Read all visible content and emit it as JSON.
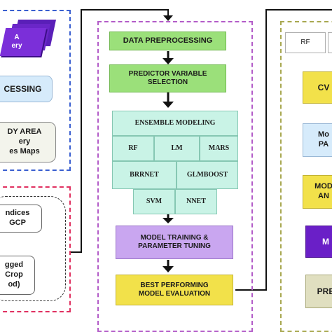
{
  "left_panel": {
    "imagery_stack_text": "A\nery",
    "processing_text": "CESSING",
    "study_area_text": "DY AREA\nery\nes Maps",
    "data_group": {
      "indices_text": "ndices\nGCP",
      "lagged_text": "gged\nCrop\nod)"
    }
  },
  "center_panel": {
    "data_preprocessing": "DATA PREPROCESSING",
    "predictor_selection": "PREDICTOR VARIABLE\nSELECTION",
    "ensemble_title": "ENSEMBLE MODELING",
    "models": [
      "RF",
      "LM",
      "MARS",
      "BRRNET",
      "GLMBOOST",
      "SVM",
      "NNET"
    ],
    "model_training": "MODEL TRAINING &\nPARAMETER TUNING",
    "best_model": "BEST PERFORMING\nMODEL EVALUATION"
  },
  "right_panel": {
    "rf_label": "RF",
    "cv_text": "CV",
    "mo_pa_text": "Mo\nPA",
    "mo_an_text": "MOD\nAN",
    "m_text": "M",
    "pre_text": "PRE"
  },
  "colors": {
    "blue_border": "#3a5fd0",
    "red_border": "#e03060",
    "purple_border": "#b35cc8",
    "olive_border": "#a8a850",
    "green_box": "#9be07a",
    "mint_box": "#c9f3e6",
    "violet_box": "#c9a6f0",
    "yellow_box": "#f2e14a",
    "dark_purple": "#6a1fc7",
    "light_blue": "#d6ebfb"
  }
}
